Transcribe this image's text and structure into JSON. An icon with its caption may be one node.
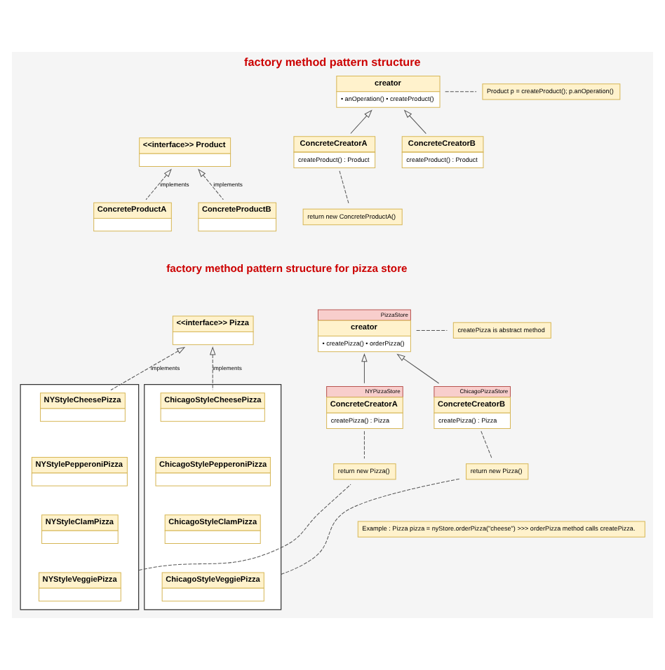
{
  "diagram": {
    "title": "factory method pattern structure",
    "nodes": [
      {
        "text": [
          "<<interface>> Product"
        ]
      },
      {
        "text": [
          "ConcreteProductA"
        ]
      },
      {
        "text": [
          "ConcreteProductB"
        ]
      },
      {
        "text": [
          "creator",
          "• anOperation() • createProduct()"
        ]
      },
      {
        "text": [
          "Product p = createProduct(); p.anOperation()"
        ]
      },
      {
        "text": [
          "ConcreteCreatorA",
          "createProduct() : Product"
        ]
      },
      {
        "text": [
          "ConcreteCreatorB",
          "createProduct() : Product"
        ]
      },
      {
        "text": [
          "return new ConcreteProductA()"
        ]
      },
      {
        "text": [
          "<<interface>> Pizza"
        ]
      },
      {
        "text": [],
        "shape": "box"
      },
      {
        "text": [
          "NYStyleCheesePizza"
        ],
        "in": 9
      },
      {
        "text": [
          "NYStylePepperoniPizza"
        ],
        "in": 9
      },
      {
        "text": [
          "NYStyleClamPizza"
        ],
        "in": 9
      },
      {
        "text": [
          "NYStyleVeggiePizza"
        ],
        "in": 9
      },
      {
        "text": [],
        "shape": "box"
      },
      {
        "text": [
          "ChicagoStyleCheesePizza"
        ],
        "in": 14
      },
      {
        "text": [
          "ChicagoStylePepperoniPizza"
        ],
        "in": 14
      },
      {
        "text": [
          "ChicagoStyleClamPizza"
        ],
        "in": 14
      },
      {
        "text": [
          "ChicagoStyleVeggiePizza"
        ],
        "in": 14
      },
      {
        "text": [
          "PizzaStore",
          "creator",
          "• createPizza() • orderPizza()"
        ]
      },
      {
        "text": [
          "createPizza is abstract method"
        ]
      },
      {
        "text": [
          "NYPizzaStore",
          "ConcreteCreatorA",
          "createPizza() : Pizza"
        ]
      },
      {
        "text": [
          "ChicagoPizzaStore",
          "ConcreteCreatorB",
          "createPizza() : Pizza"
        ]
      },
      {
        "text": [
          "return new Pizza()"
        ]
      },
      {
        "text": [
          "return new Pizza()"
        ]
      },
      {
        "text": [
          "Example : Pizza pizza = nyStore.orderPizza(\"cheese\") >>> orderPizza method calls createPizza."
        ]
      }
    ],
    "edges": [
      {
        "from": 1,
        "to": 0,
        "arrow": "to",
        "style": "dashed",
        "label": "implements"
      },
      {
        "from": 2,
        "to": 0,
        "arrow": "to",
        "style": "dashed",
        "label": "implements"
      },
      {
        "from": 5,
        "to": 3,
        "arrow": "to"
      },
      {
        "from": 6,
        "to": 3,
        "arrow": "to"
      },
      {
        "from": 3,
        "to": 4,
        "arrow": "none",
        "style": "dashed"
      },
      {
        "from": 5,
        "to": 7,
        "arrow": "none",
        "style": "dashed"
      },
      {
        "from": 10,
        "to": 8,
        "arrow": "to",
        "style": "dashed",
        "label": "implements"
      },
      {
        "from": 15,
        "to": 8,
        "arrow": "to",
        "style": "dashed",
        "label": "implements"
      },
      {
        "from": 21,
        "to": 19,
        "arrow": "to"
      },
      {
        "from": 22,
        "to": 19,
        "arrow": "to"
      },
      {
        "from": 19,
        "to": 20,
        "arrow": "none",
        "style": "dashed"
      },
      {
        "from": 21,
        "to": 23,
        "arrow": "none",
        "style": "dashed"
      },
      {
        "from": 22,
        "to": 24,
        "arrow": "none",
        "style": "dashed"
      },
      {
        "from": 9,
        "to": 23,
        "arrow": "none",
        "style": "dashed"
      },
      {
        "from": 14,
        "to": 24,
        "arrow": "none",
        "style": "dashed"
      }
    ],
    "labels": [
      "factory method pattern structure for pizza store"
    ]
  }
}
